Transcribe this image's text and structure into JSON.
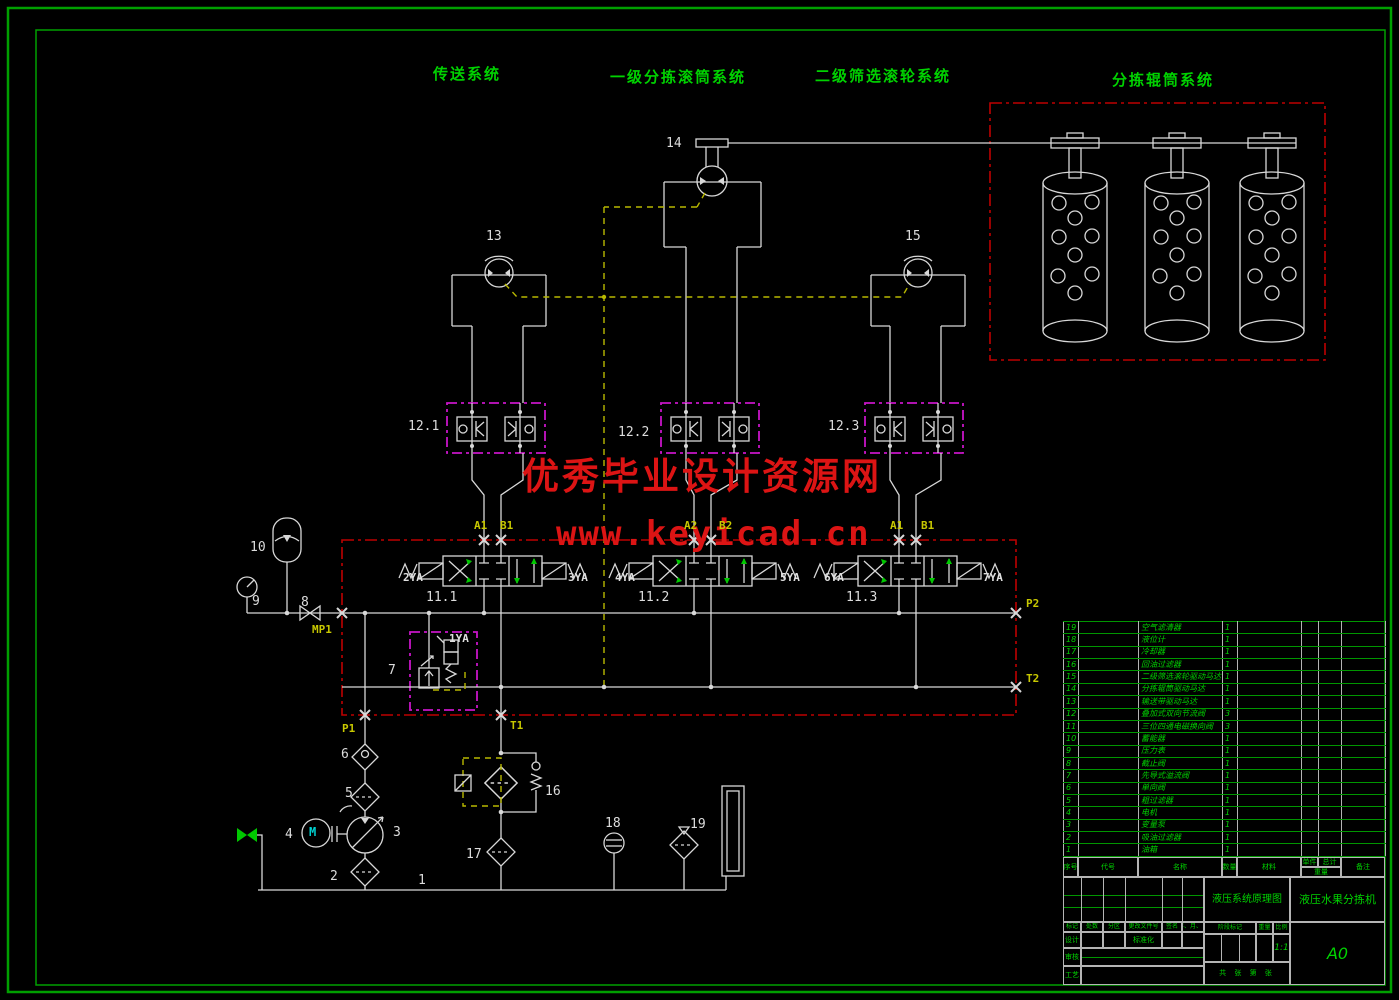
{
  "systems": {
    "s1": "传送系统",
    "s2": "一级分拣滚筒系统",
    "s3": "二级筛选滚轮系统",
    "s4": "分拣辊筒系统"
  },
  "watermark": {
    "line1": "优秀毕业设计资源网",
    "line2": "www.keyicad.cn"
  },
  "component_numbers": {
    "n1": "1",
    "n2": "2",
    "n3": "3",
    "n4": "4",
    "n5": "5",
    "n6": "6",
    "n7": "7",
    "n8": "8",
    "n9": "9",
    "n10": "10",
    "n13": "13",
    "n14": "14",
    "n15": "15",
    "n16": "16",
    "n17": "17",
    "n18": "18",
    "n19": "19",
    "v11_1": "11.1",
    "v11_2": "11.2",
    "v11_3": "11.3",
    "v12_1": "12.1",
    "v12_2": "12.2",
    "v12_3": "12.3"
  },
  "motor_letter": "M",
  "ports": {
    "a1": "A1",
    "b1": "B1",
    "a2": "A2",
    "b2": "B2",
    "a1b": "A1",
    "b1b": "B1",
    "mp1": "MP1",
    "p1": "P1",
    "t1": "T1",
    "p2": "P2",
    "t2": "T2"
  },
  "solenoids": {
    "ya1": "1YA",
    "ya2": "2YA",
    "ya3": "3YA",
    "ya4": "4YA",
    "ya5": "5YA",
    "ya6": "6YA",
    "ya7": "7YA"
  },
  "bom": {
    "rows": [
      {
        "no": "19",
        "name": "空气滤清器",
        "qty": "1"
      },
      {
        "no": "18",
        "name": "液位计",
        "qty": "1"
      },
      {
        "no": "17",
        "name": "冷却器",
        "qty": "1"
      },
      {
        "no": "16",
        "name": "回油过滤器",
        "qty": "1"
      },
      {
        "no": "15",
        "name": "二级筛选滚轮驱动马达",
        "qty": "1"
      },
      {
        "no": "14",
        "name": "分拣辊筒驱动马达",
        "qty": "1"
      },
      {
        "no": "13",
        "name": "输送带驱动马达",
        "qty": "1"
      },
      {
        "no": "12",
        "name": "叠加式双向节流阀",
        "qty": "3"
      },
      {
        "no": "11",
        "name": "三位四通电磁换向阀",
        "qty": "3"
      },
      {
        "no": "10",
        "name": "蓄能器",
        "qty": "1"
      },
      {
        "no": "9",
        "name": "压力表",
        "qty": "1"
      },
      {
        "no": "8",
        "name": "截止阀",
        "qty": "1"
      },
      {
        "no": "7",
        "name": "先导式溢流阀",
        "qty": "1"
      },
      {
        "no": "6",
        "name": "单向阀",
        "qty": "1"
      },
      {
        "no": "5",
        "name": "粗过滤器",
        "qty": "1"
      },
      {
        "no": "4",
        "name": "电机",
        "qty": "1"
      },
      {
        "no": "3",
        "name": "变量泵",
        "qty": "1"
      },
      {
        "no": "2",
        "name": "吸油过滤器",
        "qty": "1"
      },
      {
        "no": "1",
        "name": "油箱",
        "qty": "1"
      }
    ]
  },
  "title_block": {
    "col_no": "序号",
    "col_code": "代号",
    "col_name": "名称",
    "col_qty": "数量",
    "col_material": "材料",
    "col_single": "单件",
    "col_total": "总计",
    "col_weight": "重量",
    "col_note": "备注",
    "row_mark": "标记",
    "row_count": "处数",
    "row_zone": "分区",
    "row_change": "更改文件号",
    "row_sign": "签名",
    "row_date": "年、月、日",
    "design": "设计",
    "check": "审核",
    "process": "工艺",
    "standard": "标准化",
    "stage": "阶段标记",
    "weight": "重量",
    "scale": "比例",
    "scale_value": "1:1",
    "sheet_info": "共 张 第 张",
    "doc_title": "液压系统原理图",
    "product_name": "液压水果分拣机",
    "sheet_size": "A0"
  }
}
